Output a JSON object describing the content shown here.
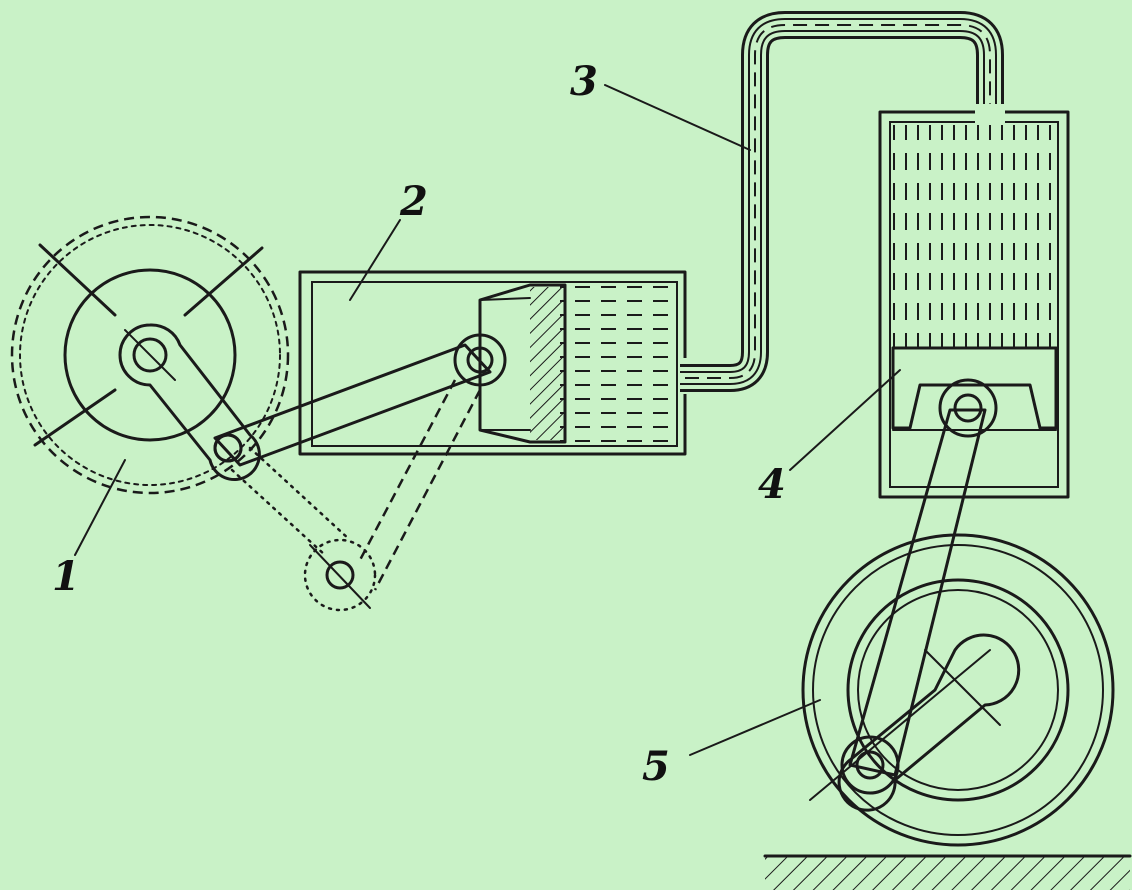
{
  "colors": {
    "background": "#c9f2c7",
    "ink": "#1a1a1a"
  },
  "labels": {
    "l1": "1",
    "l2": "2",
    "l3": "3",
    "l4": "4",
    "l5": "5"
  }
}
